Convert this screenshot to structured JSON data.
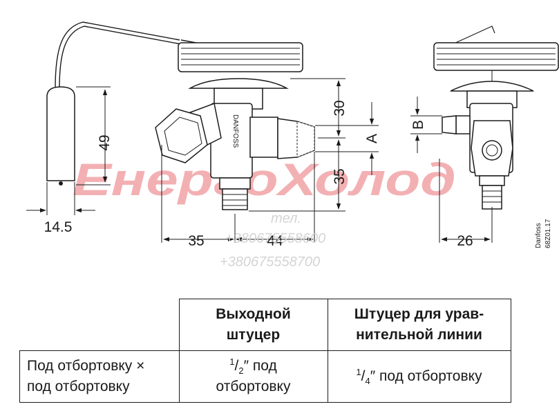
{
  "dimensions": {
    "bulb_diameter": "14.5",
    "bulb_length": "49",
    "inlet_offset": "35",
    "body_width": "44",
    "top_height": "30",
    "bottom_height": "35",
    "side_width": "26",
    "label_a": "A",
    "label_b": "B"
  },
  "brand_label": "DANFOSS",
  "code_line1": "Danfoss",
  "code_line2": "68Z01.17",
  "watermark": {
    "text": "ЕнергоХолод",
    "phone_label": "тел.",
    "phone1": "+380675558600",
    "phone2": "+380675558700",
    "red": "#e8343a",
    "blue": "#2f6fd6"
  },
  "table": {
    "col1_header_line1": "Выходной",
    "col1_header_line2": "штуцер",
    "col2_header_line1": "Штуцер для урав-",
    "col2_header_line2": "нительной линии",
    "row_label_line1": "Под отбортовку ×",
    "row_label_line2": "под отбортовку",
    "cell1_num": "1",
    "cell1_den": "2",
    "cell1_suffix": "″ под",
    "cell1_line2": "отбортовку",
    "cell2_num": "1",
    "cell2_den": "4",
    "cell2_suffix": "″ под отбортовку"
  }
}
